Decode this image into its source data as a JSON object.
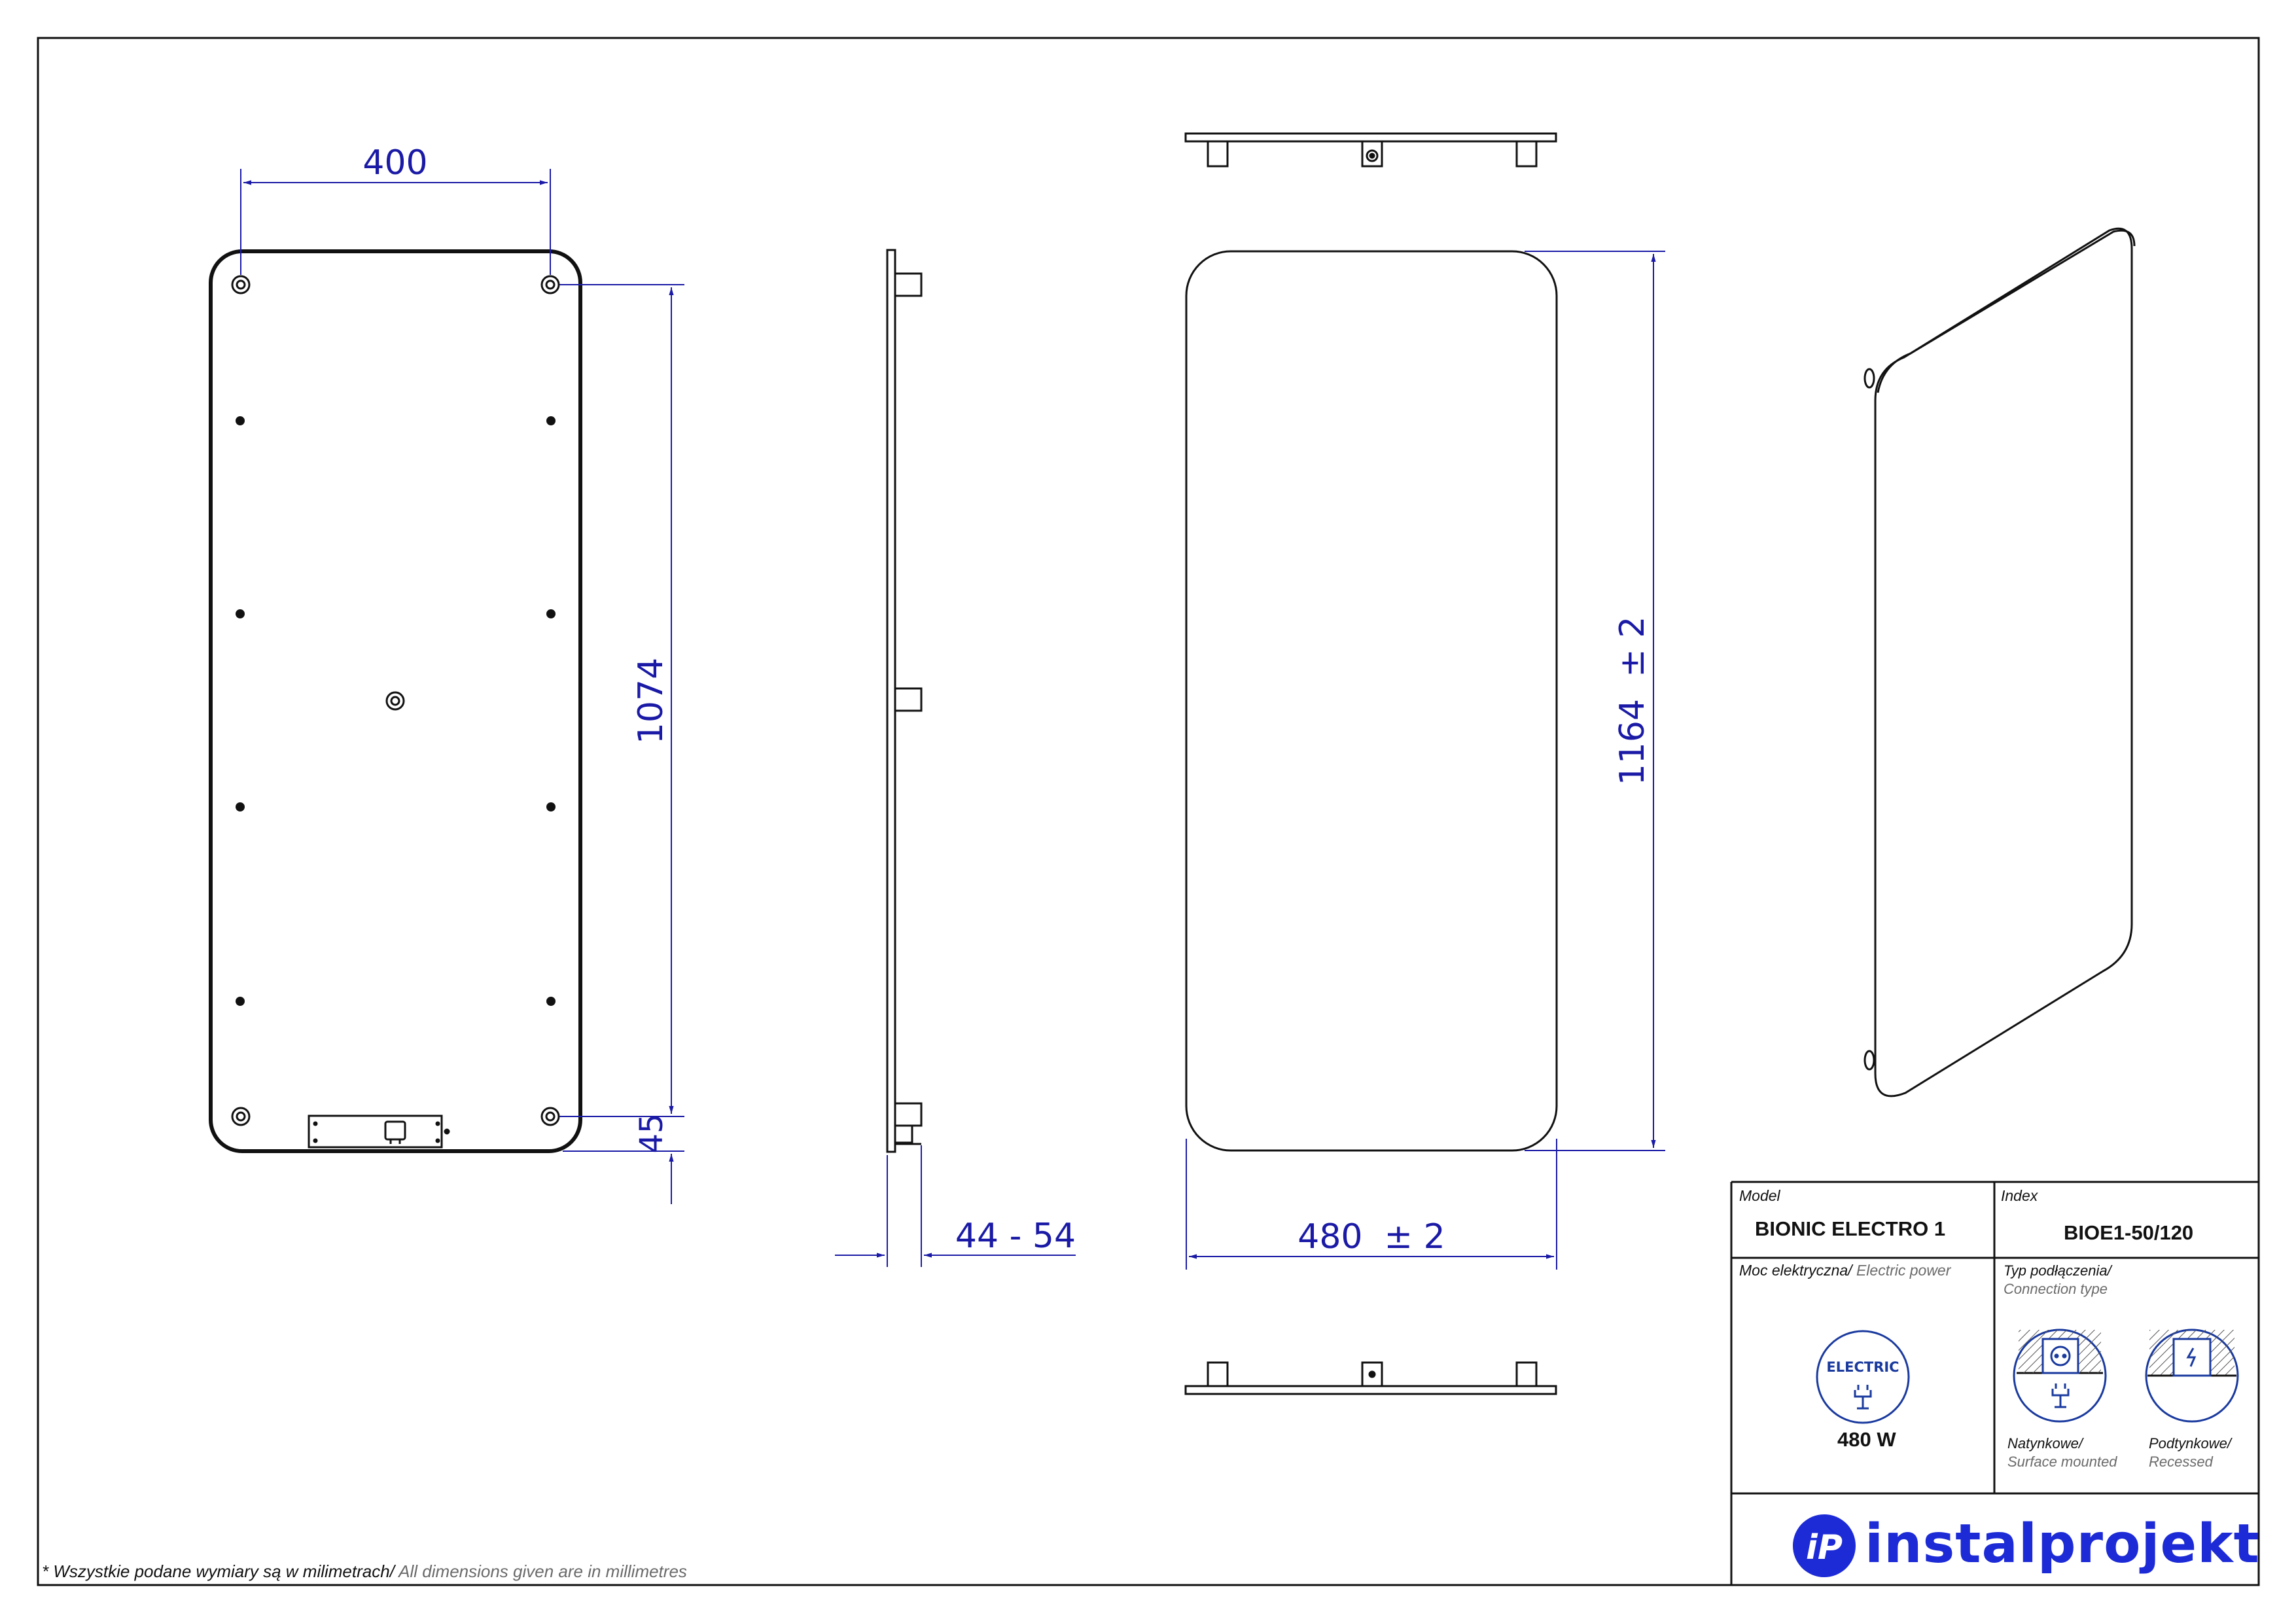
{
  "dimensions": {
    "width_top": "400",
    "hole_spacing": "1074",
    "bottom_offset": "45",
    "depth": "44 - 54",
    "width_total": "480  ± 2",
    "height_total": "1164  ± 2"
  },
  "title_block": {
    "model_label": "Model",
    "model_value": "BIONIC ELECTRO 1",
    "index_label": "Index",
    "index_value": "BIOE1-50/120",
    "power_label_pl": "Moc elektryczna/",
    "power_label_en": " Electric power",
    "power_icon_text": "ELECTRIC",
    "power_value": "480 W",
    "connection_label_pl": "Typ podłączenia/",
    "connection_label_en": "Connection type",
    "surface_pl": "Natynkowe/",
    "surface_en": "Surface mounted",
    "recessed_pl": "Podtynkowe/",
    "recessed_en": "Recessed"
  },
  "brand": {
    "name": "instalprojekt",
    "logo_text": "iP"
  },
  "footnote": {
    "pl": "* Wszystkie podane wymiary są w milimetrach/",
    "en": " All dimensions given are in millimetres"
  },
  "colors": {
    "dimension": "#1a1aa6",
    "brand": "#1d2bd6",
    "line": "#111111"
  }
}
